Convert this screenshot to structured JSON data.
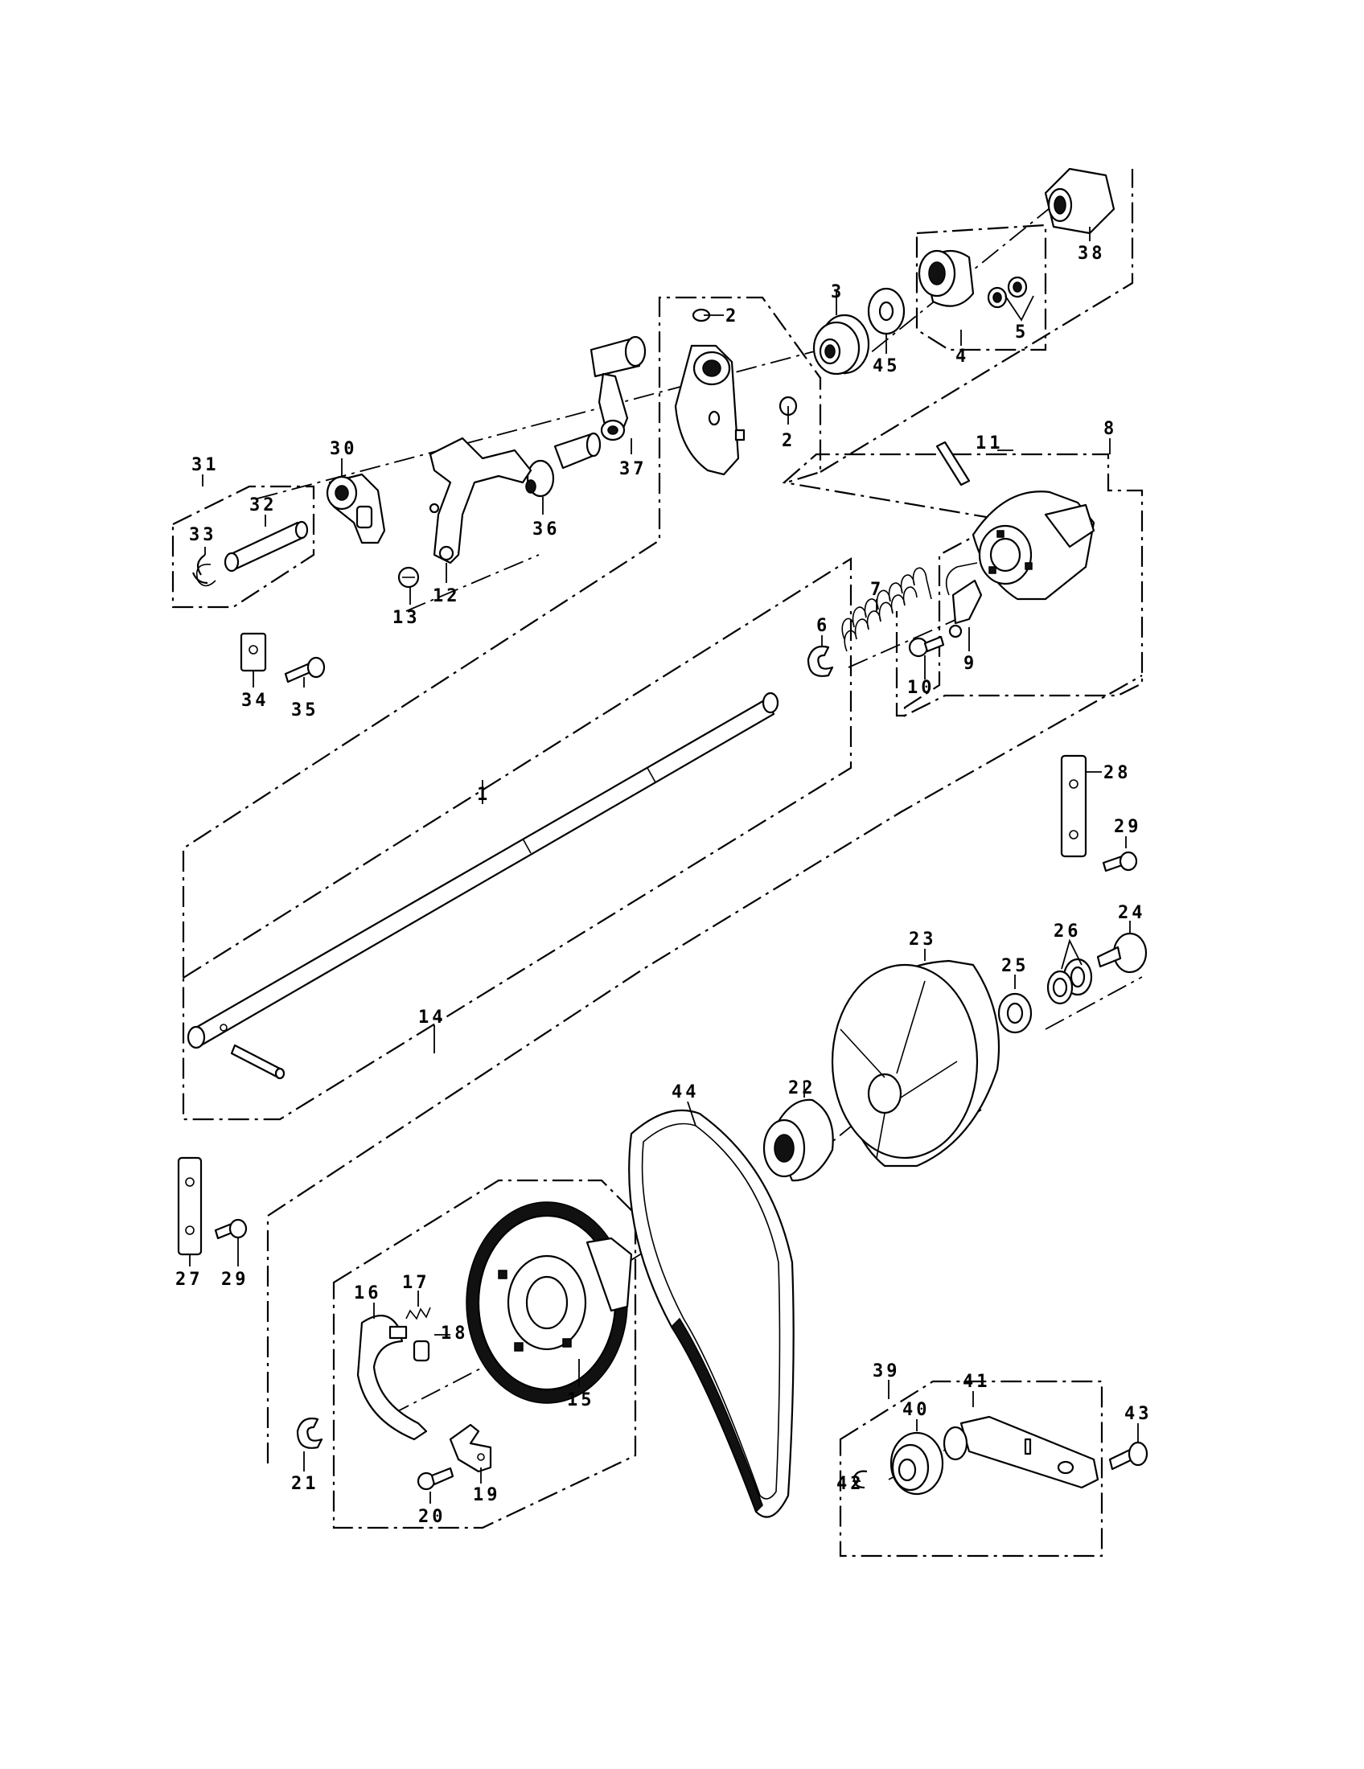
{
  "callouts": [
    {
      "id": "c1",
      "text": "1"
    },
    {
      "id": "c2a",
      "text": "2"
    },
    {
      "id": "c2b",
      "text": "2"
    },
    {
      "id": "c3",
      "text": "3"
    },
    {
      "id": "c4",
      "text": "4"
    },
    {
      "id": "c5",
      "text": "5"
    },
    {
      "id": "c6",
      "text": "6"
    },
    {
      "id": "c7",
      "text": "7"
    },
    {
      "id": "c8",
      "text": "8"
    },
    {
      "id": "c9",
      "text": "9"
    },
    {
      "id": "c10",
      "text": "10"
    },
    {
      "id": "c11",
      "text": "11"
    },
    {
      "id": "c12",
      "text": "12"
    },
    {
      "id": "c13",
      "text": "13"
    },
    {
      "id": "c14",
      "text": "14"
    },
    {
      "id": "c15",
      "text": "15"
    },
    {
      "id": "c16",
      "text": "16"
    },
    {
      "id": "c17",
      "text": "17"
    },
    {
      "id": "c18",
      "text": "18"
    },
    {
      "id": "c19",
      "text": "19"
    },
    {
      "id": "c20",
      "text": "20"
    },
    {
      "id": "c21",
      "text": "21"
    },
    {
      "id": "c22",
      "text": "22"
    },
    {
      "id": "c23",
      "text": "23"
    },
    {
      "id": "c24",
      "text": "24"
    },
    {
      "id": "c25",
      "text": "25"
    },
    {
      "id": "c26",
      "text": "26"
    },
    {
      "id": "c27",
      "text": "27"
    },
    {
      "id": "c28",
      "text": "28"
    },
    {
      "id": "c29a",
      "text": "29"
    },
    {
      "id": "c29b",
      "text": "29"
    },
    {
      "id": "c30",
      "text": "30"
    },
    {
      "id": "c31",
      "text": "31"
    },
    {
      "id": "c32",
      "text": "32"
    },
    {
      "id": "c33",
      "text": "33"
    },
    {
      "id": "c34",
      "text": "34"
    },
    {
      "id": "c35",
      "text": "35"
    },
    {
      "id": "c36",
      "text": "36"
    },
    {
      "id": "c37",
      "text": "37"
    },
    {
      "id": "c38",
      "text": "38"
    },
    {
      "id": "c39",
      "text": "39"
    },
    {
      "id": "c40",
      "text": "40"
    },
    {
      "id": "c41",
      "text": "41"
    },
    {
      "id": "c42",
      "text": "42"
    },
    {
      "id": "c43",
      "text": "43"
    },
    {
      "id": "c44",
      "text": "44"
    },
    {
      "id": "c45",
      "text": "45"
    }
  ]
}
